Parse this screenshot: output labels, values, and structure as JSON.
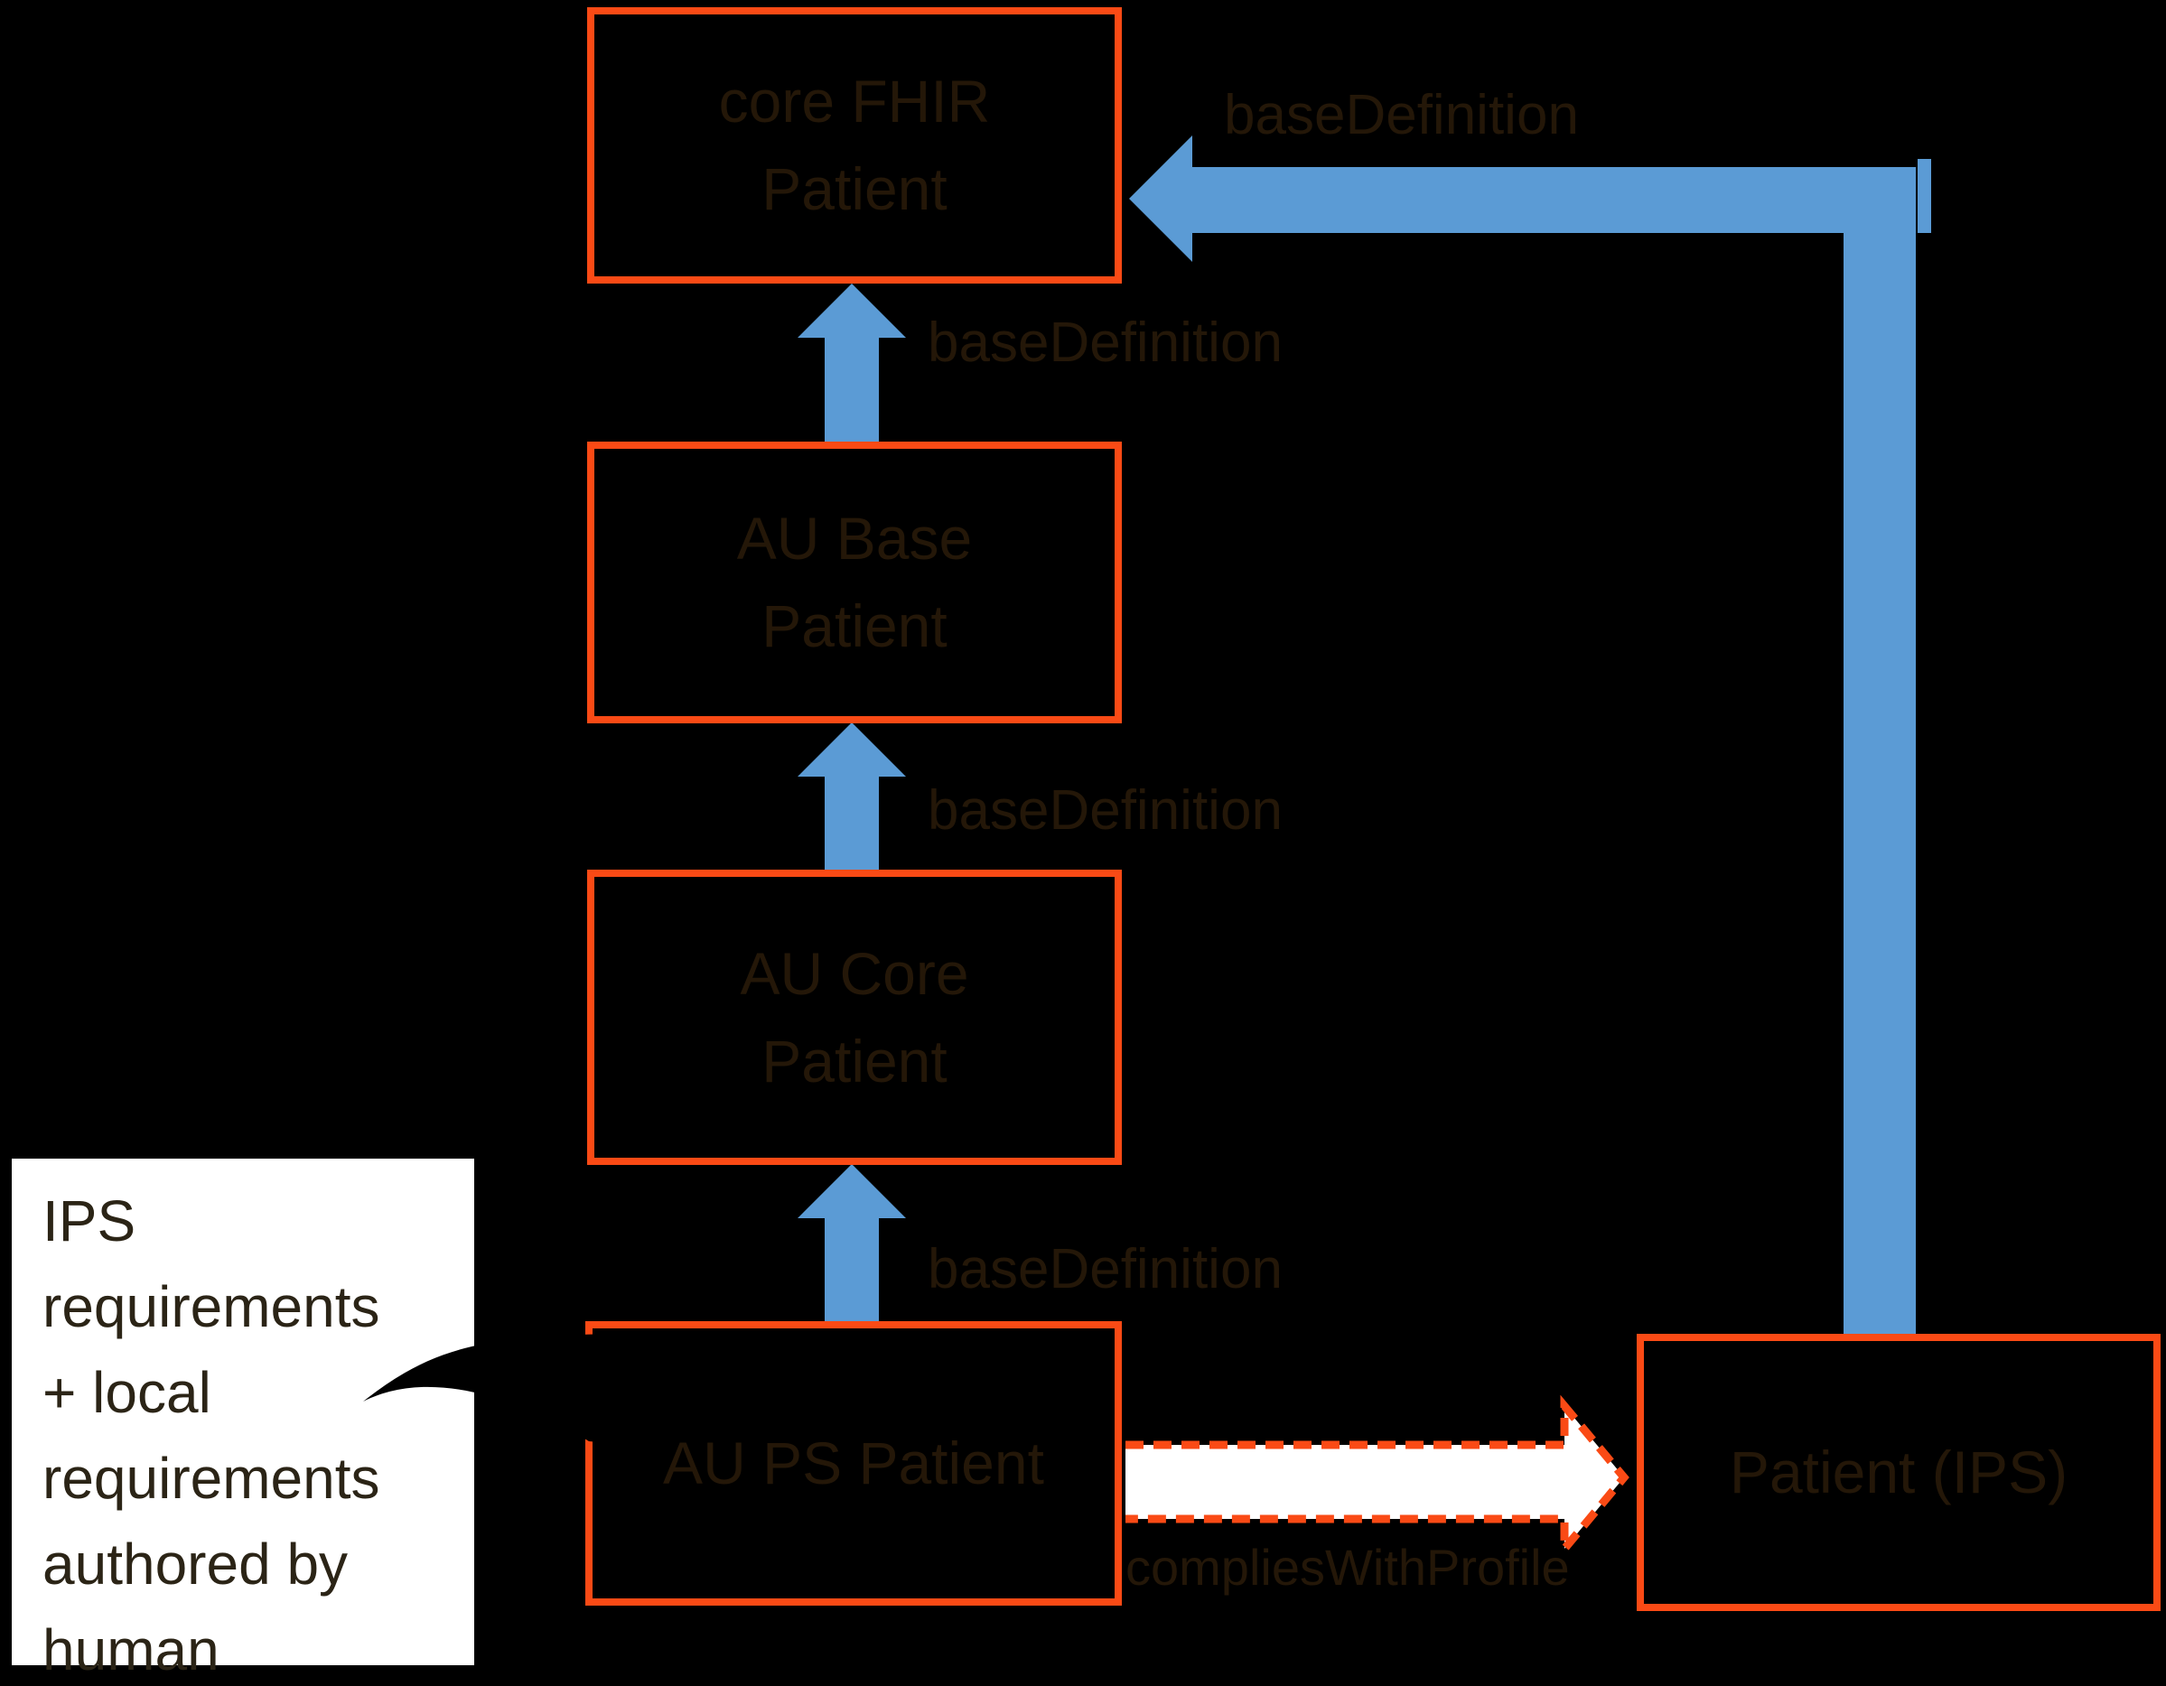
{
  "colors": {
    "bg": "#000000",
    "accent_orange": "#FA4A15",
    "accent_blue": "#5B9BD5",
    "dark_text": "#241708",
    "callout_bg": "#FFFFFF",
    "callout_text": "#2B2416",
    "white": "#FFFFFF"
  },
  "boxes": {
    "core_fhir": {
      "lines": [
        "core FHIR",
        "Patient"
      ]
    },
    "au_base": {
      "lines": [
        "AU Base",
        "Patient"
      ]
    },
    "au_core": {
      "lines": [
        "AU Core",
        "Patient"
      ]
    },
    "au_ps": {
      "lines": [
        "AU PS Patient"
      ]
    },
    "patient_ips": {
      "lines": [
        "Patient (IPS)"
      ]
    }
  },
  "edge_labels": {
    "ips_to_core_fhir": "baseDefinition",
    "au_base_to_core_fhir": "baseDefinition",
    "au_core_to_au_base": "baseDefinition",
    "au_ps_to_au_core": "baseDefinition",
    "complies_with_profile": "compliesWithProfile"
  },
  "callout": {
    "lines": [
      "IPS",
      "requirements",
      "+ local",
      "requirements",
      "authored by",
      "human"
    ]
  }
}
